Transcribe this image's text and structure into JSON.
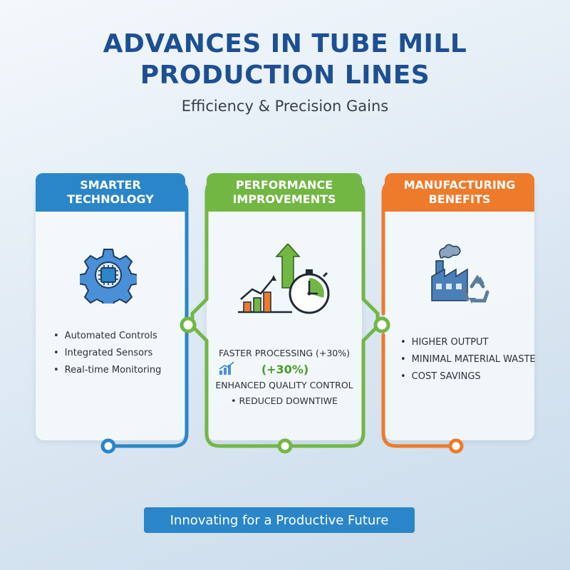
{
  "header": {
    "title_line1": "ADVANCES IN TUBE MILL",
    "title_line2": "PRODUCTION LINES",
    "subtitle": "Efficiency & Precision Gains"
  },
  "panels": [
    {
      "heading_line1": "SMARTER",
      "heading_line2": "TECHNOLOGY",
      "icon": "gear-chip-icon",
      "color": "#2a86c8",
      "items": [
        "Automated Controls",
        "Integrated Sensors",
        "Real-time Monitoring"
      ]
    },
    {
      "heading_line1": "PERFORMANCE",
      "heading_line2": "IMPROVEMENTS",
      "icon": "chart-stopwatch-icon",
      "color": "#72b744",
      "line1": "FASTER PROCESSING (+30%)",
      "highlight": "(+30%)",
      "line2": "ENHANCED QUALITY CONTROL",
      "line3": "REDUCED DOWNTIWE"
    },
    {
      "heading_line1": "MANUFACTURING",
      "heading_line2": "BENEFITS",
      "icon": "factory-recycle-icon",
      "color": "#ee7a2b",
      "items": [
        "HIGHER OUTPUT",
        "MINIMAL MATERIAL WASTE",
        "COST SAVINGS"
      ]
    }
  ],
  "footer": {
    "tagline": "Innovating for a Productive Future"
  }
}
